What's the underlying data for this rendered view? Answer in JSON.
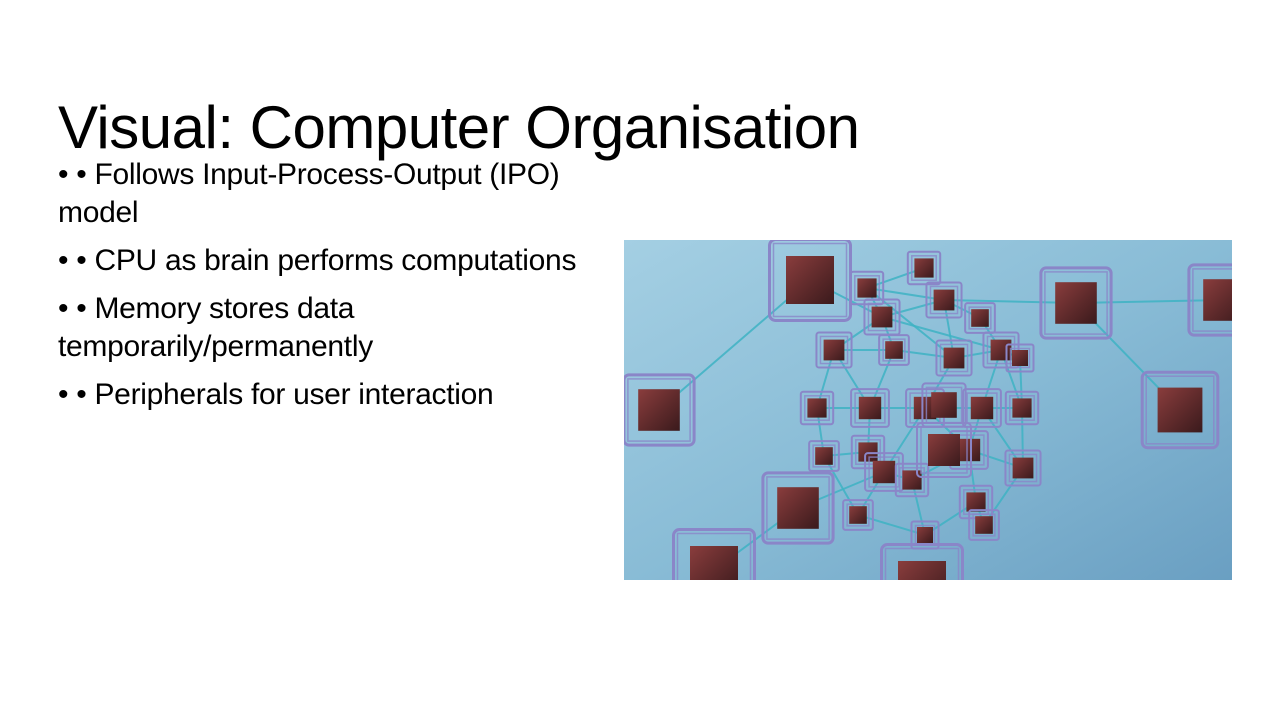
{
  "slide": {
    "title": "Visual: Computer Organisation",
    "bullets": [
      "• • Follows Input-Process-Output (IPO) model",
      "• • CPU as brain performs computations",
      "• • Memory stores data temporarily/permanently",
      "• • Peripherals for user interaction"
    ],
    "image": {
      "description": "3D render of a network of red cubes inside glass wireframe boxes connected by cyan lines on a light blue background",
      "colors": {
        "background_light": "#9fcbe0",
        "background_dark": "#6a9fc0",
        "cube": "#6b2a2a",
        "frame": "#8a86c8",
        "link": "#3fb3c4"
      }
    }
  }
}
